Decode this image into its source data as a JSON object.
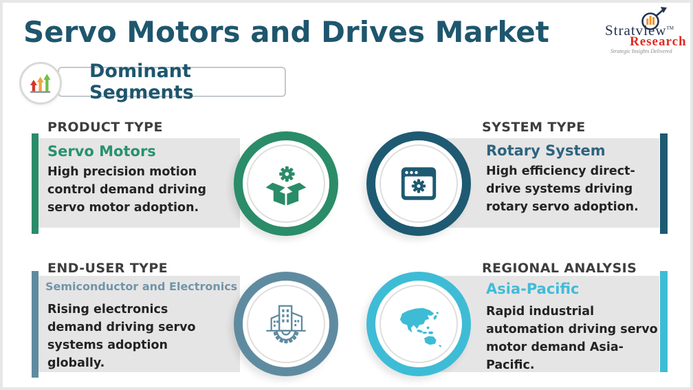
{
  "page": {
    "title": "Servo Motors and Drives Market",
    "badge_label": "Dominant Segments"
  },
  "logo": {
    "brand": "Stratview",
    "tm": "TM",
    "sub_brand": "Research",
    "tagline": "Strategic Insights Delivered"
  },
  "colors": {
    "title_teal": "#1e566d",
    "heading_gray": "#3e3e3e",
    "card_gray": "#e6e5e5",
    "badge_arrow_red": "#d7352a",
    "badge_arrow_orange": "#f2a33c",
    "badge_arrow_green": "#72bf44",
    "logo_navy": "#223351",
    "logo_red": "#e02b20",
    "logo_orange": "#f0952e"
  },
  "quadrants": [
    {
      "heading": "PRODUCT TYPE",
      "subtitle": "Servo Motors",
      "body": "High precision motion control demand driving servo motor adoption.",
      "accent": "#2a8c68",
      "subtitle_color": "#27926e",
      "icon": "open-box-gear-icon"
    },
    {
      "heading": "SYSTEM TYPE",
      "subtitle": "Rotary System",
      "body": "High efficiency direct-drive systems driving rotary servo adoption.",
      "accent": "#1e5a72",
      "subtitle_color": "#2d6480",
      "icon": "browser-gear-icon"
    },
    {
      "heading": "END-USER TYPE",
      "subtitle": "Semiconductor and Electronics",
      "body": "Rising electronics demand driving servo systems adoption globally.",
      "accent": "#5f8ba0",
      "subtitle_color": "#7195a9",
      "icon": "buildings-gear-icon"
    },
    {
      "heading": "REGIONAL ANALYSIS",
      "subtitle": "Asia-Pacific",
      "body": "Rapid industrial automation driving servo motor demand Asia-Pacific.",
      "accent": "#3ebcd6",
      "subtitle_color": "#3fbcd9",
      "icon": "asia-pacific-map-icon"
    }
  ]
}
